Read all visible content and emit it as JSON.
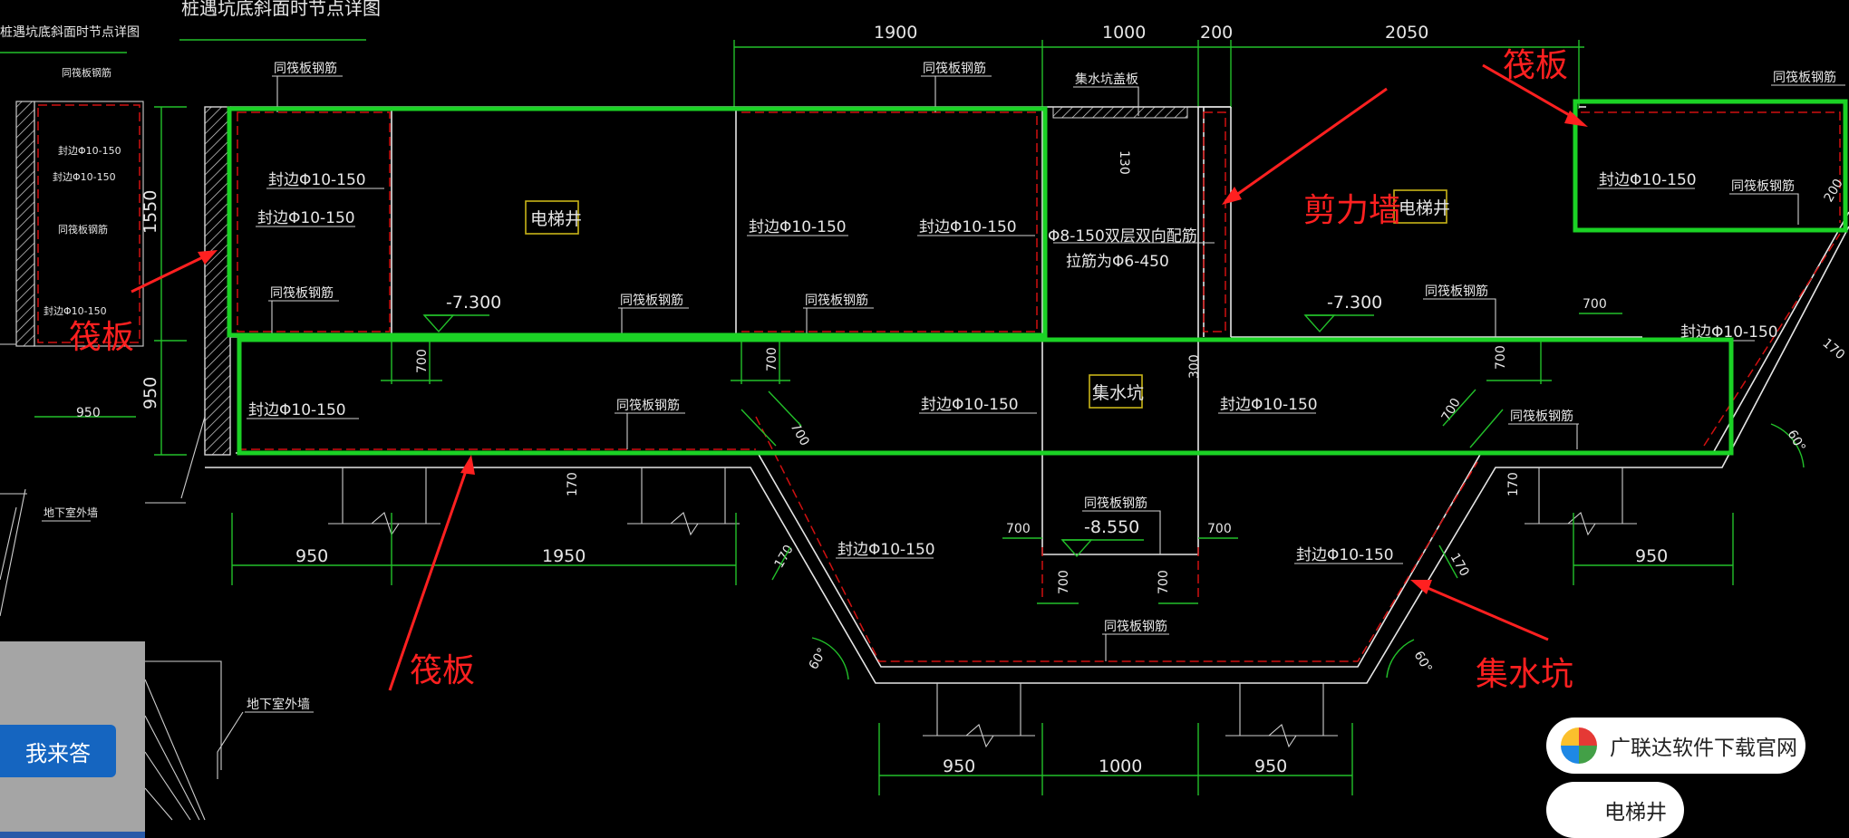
{
  "drawing": {
    "title": "桩遇坑底斜面时节点详图",
    "side_title": "桩遇坑底斜面时节点详图",
    "box_labels": {
      "elevator_left": "电梯井",
      "elevator_right": "电梯井",
      "sump": "集水坑"
    },
    "elevations": {
      "left": "-7.300",
      "right": "-7.300",
      "sump": "-8.550"
    },
    "rebar_labels": {
      "same_raft": "同筏板钢筋",
      "seal_edge": "封边Φ10-150",
      "sump_cover": "集水坑盖板",
      "double_layer": "Φ8-150双层双向配筋",
      "tie_bar": "拉筋为Φ6-450",
      "basement_wall": "地下室外墙"
    },
    "side_labels": [
      "同筏板钢筋",
      "封边Φ10-150",
      "封边Φ10-150",
      "同筏板钢筋",
      "封边Φ10-150",
      "地下室外墙"
    ],
    "dimensions": {
      "top": [
        "1900",
        "1000",
        "200",
        "2050"
      ],
      "bottom_left": [
        "950",
        "1950"
      ],
      "bottom_right": "950",
      "bottom_center": [
        "950",
        "1000",
        "950"
      ],
      "side_950": "950",
      "v1550": "1550",
      "v950": "950",
      "v130": "130",
      "v700": "700",
      "v300": "300",
      "v170": "170",
      "v200": "200",
      "angle": "60°"
    }
  },
  "annotations": {
    "raft_left": "筏板",
    "raft_top_right": "筏板",
    "raft_bottom": "筏板",
    "shear_wall": "剪力墙",
    "sump_pit": "集水坑"
  },
  "ui": {
    "answer_button": "我来答",
    "brand_pill": "广联达软件下载官网",
    "tag_pill": "电梯井"
  },
  "colors": {
    "background": "#000000",
    "highlight": "#1bd225",
    "annotation": "#ff2020",
    "dimension": "#22c02a",
    "rebar": "#d01010",
    "button": "#1565c0"
  }
}
